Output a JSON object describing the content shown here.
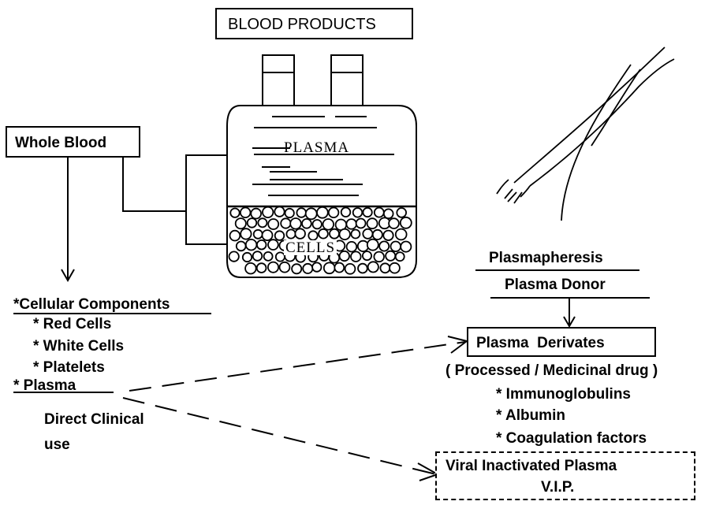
{
  "title": "BLOOD PRODUCTS",
  "bag": {
    "plasma_label": "PLASMA",
    "cells_label": "CELLS"
  },
  "whole_blood": "Whole Blood",
  "cellular": {
    "heading": "*Cellular Components",
    "items": [
      "* Red Cells",
      "* White Cells",
      "* Platelets"
    ]
  },
  "plasma": {
    "label": "* Plasma",
    "use_line1": "Direct Clinical",
    "use_line2": "use"
  },
  "plasmapheresis": "Plasmapheresis",
  "plasma_donor": "Plasma Donor",
  "derivates": {
    "label": "Plasma  Derivates",
    "subtitle": "( Processed / Medicinal drug )",
    "items": [
      "* Immunoglobulins",
      "* Albumin",
      "* Coagulation factors"
    ]
  },
  "vip": {
    "line1": "Viral Inactivated Plasma",
    "line2": "V.I.P."
  }
}
